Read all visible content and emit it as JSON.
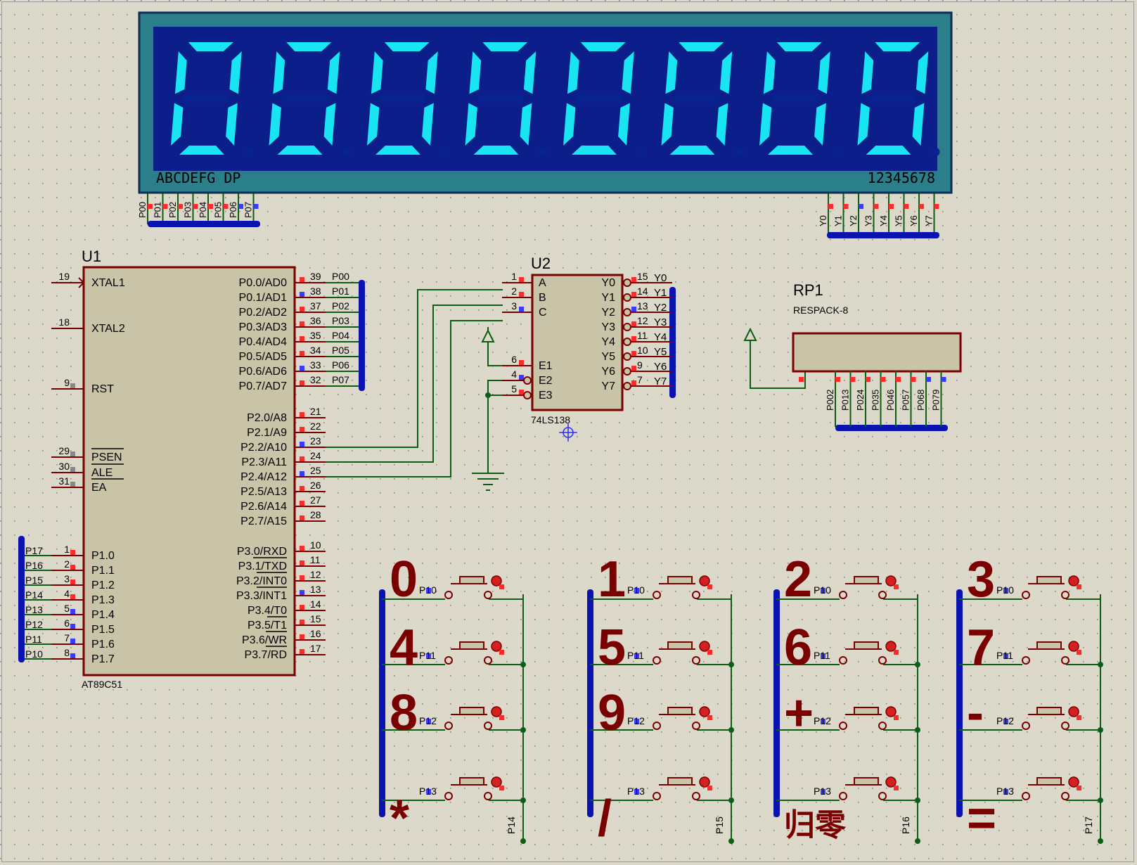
{
  "display": {
    "digits": [
      "0",
      "0",
      "0",
      "0",
      "0",
      "0",
      "0",
      "0"
    ],
    "seg_label": "ABCDEFG DP",
    "digit_label": "12345678",
    "seg_pins": [
      "P00",
      "P01",
      "P02",
      "P03",
      "P04",
      "P05",
      "P06",
      "P07"
    ],
    "digit_pins": [
      "Y0",
      "Y1",
      "Y2",
      "Y3",
      "Y4",
      "Y5",
      "Y6",
      "Y7"
    ],
    "colors": {
      "bezel": "#2b7f8a",
      "face": "#0b1e8a",
      "lit": "#19e5f2",
      "unlit": "#08238f"
    }
  },
  "u1": {
    "ref": "U1",
    "part": "AT89C51",
    "left_pins": [
      {
        "num": "19",
        "name": "XTAL1"
      },
      {
        "num": "18",
        "name": "XTAL2"
      },
      {
        "num": "9",
        "name": "RST"
      },
      {
        "num": "29",
        "name": "PSEN"
      },
      {
        "num": "30",
        "name": "ALE"
      },
      {
        "num": "31",
        "name": "EA"
      },
      {
        "num": "1",
        "name": "P1.0",
        "net": "P10"
      },
      {
        "num": "2",
        "name": "P1.1",
        "net": "P11"
      },
      {
        "num": "3",
        "name": "P1.2",
        "net": "P12"
      },
      {
        "num": "4",
        "name": "P1.3",
        "net": "P13"
      },
      {
        "num": "5",
        "name": "P1.4",
        "net": "P14"
      },
      {
        "num": "6",
        "name": "P1.5",
        "net": "P15"
      },
      {
        "num": "7",
        "name": "P1.6",
        "net": "P16"
      },
      {
        "num": "8",
        "name": "P1.7",
        "net": "P17"
      }
    ],
    "right_pins": [
      {
        "num": "39",
        "name": "P0.0/AD0",
        "net": "P00"
      },
      {
        "num": "38",
        "name": "P0.1/AD1",
        "net": "P01"
      },
      {
        "num": "37",
        "name": "P0.2/AD2",
        "net": "P02"
      },
      {
        "num": "36",
        "name": "P0.3/AD3",
        "net": "P03"
      },
      {
        "num": "35",
        "name": "P0.4/AD4",
        "net": "P04"
      },
      {
        "num": "34",
        "name": "P0.5/AD5",
        "net": "P05"
      },
      {
        "num": "33",
        "name": "P0.6/AD6",
        "net": "P06"
      },
      {
        "num": "32",
        "name": "P0.7/AD7",
        "net": "P07"
      },
      {
        "num": "21",
        "name": "P2.0/A8"
      },
      {
        "num": "22",
        "name": "P2.1/A9"
      },
      {
        "num": "23",
        "name": "P2.2/A10"
      },
      {
        "num": "24",
        "name": "P2.3/A11"
      },
      {
        "num": "25",
        "name": "P2.4/A12"
      },
      {
        "num": "26",
        "name": "P2.5/A13"
      },
      {
        "num": "27",
        "name": "P2.6/A14"
      },
      {
        "num": "28",
        "name": "P2.7/A15"
      },
      {
        "num": "10",
        "name": "P3.0/RXD"
      },
      {
        "num": "11",
        "name": "P3.1/TXD"
      },
      {
        "num": "12",
        "name": "P3.2/INT0"
      },
      {
        "num": "13",
        "name": "P3.3/INT1"
      },
      {
        "num": "14",
        "name": "P3.4/T0"
      },
      {
        "num": "15",
        "name": "P3.5/T1"
      },
      {
        "num": "16",
        "name": "P3.6/WR"
      },
      {
        "num": "17",
        "name": "P3.7/RD"
      }
    ]
  },
  "u2": {
    "ref": "U2",
    "part": "74LS138",
    "left_pins": [
      {
        "num": "1",
        "name": "A"
      },
      {
        "num": "2",
        "name": "B"
      },
      {
        "num": "3",
        "name": "C"
      },
      {
        "num": "6",
        "name": "E1"
      },
      {
        "num": "4",
        "name": "E2"
      },
      {
        "num": "5",
        "name": "E3"
      }
    ],
    "right_pins": [
      {
        "num": "15",
        "name": "Y0",
        "net": "Y0"
      },
      {
        "num": "14",
        "name": "Y1",
        "net": "Y1"
      },
      {
        "num": "13",
        "name": "Y2",
        "net": "Y2"
      },
      {
        "num": "12",
        "name": "Y3",
        "net": "Y3"
      },
      {
        "num": "11",
        "name": "Y4",
        "net": "Y4"
      },
      {
        "num": "10",
        "name": "Y5",
        "net": "Y5"
      },
      {
        "num": "9",
        "name": "Y6",
        "net": "Y6"
      },
      {
        "num": "7",
        "name": "Y7",
        "net": "Y7"
      }
    ]
  },
  "rp1": {
    "ref": "RP1",
    "part": "RESPACK-8",
    "pins": [
      "P002",
      "P013",
      "P024",
      "P035",
      "P046",
      "P057",
      "P068",
      "P079"
    ]
  },
  "keypad": {
    "columns": [
      {
        "labels": [
          "0",
          "4",
          "8",
          "*"
        ],
        "col_net": "P14"
      },
      {
        "labels": [
          "1",
          "5",
          "9",
          "/"
        ],
        "col_net": "P15"
      },
      {
        "labels": [
          "2",
          "6",
          "+",
          "归零"
        ],
        "col_net": "P16"
      },
      {
        "labels": [
          "3",
          "7",
          "-",
          "="
        ],
        "col_net": "P17"
      }
    ],
    "row_nets": [
      "P10",
      "P11",
      "P12",
      "P13"
    ]
  },
  "colors": {
    "wire": "#0b5e12",
    "component": "#7a0000",
    "body": "#c9c3a8",
    "bus": "#0a12b0",
    "pin_red": "#ff2b2b",
    "pin_blue": "#3b3bff"
  }
}
